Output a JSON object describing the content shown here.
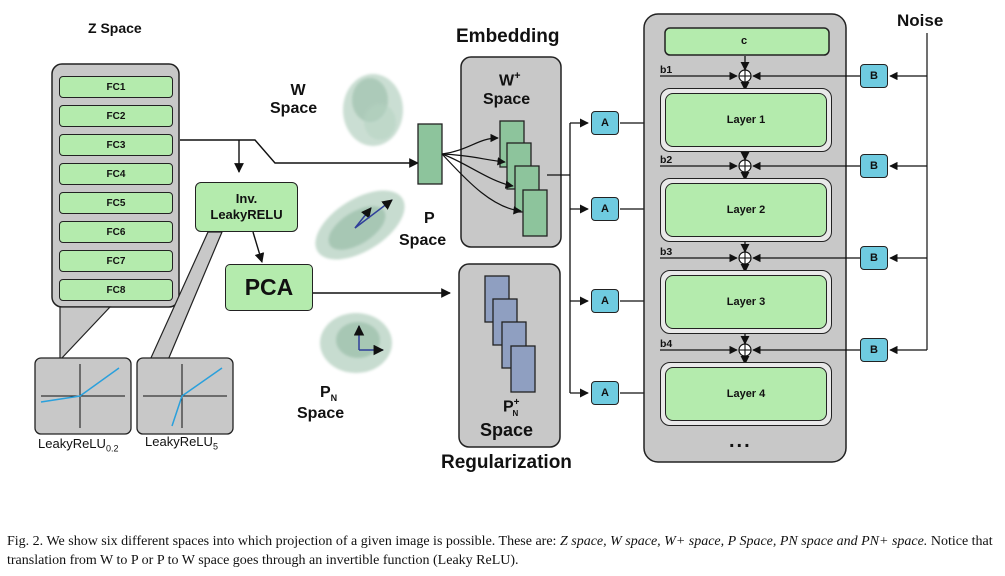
{
  "z_space": {
    "title": "Z Space",
    "fc_layers": [
      "FC1",
      "FC2",
      "FC3",
      "FC4",
      "FC5",
      "FC6",
      "FC7",
      "FC8"
    ]
  },
  "inv_leaky": {
    "line1": "Inv.",
    "line2": "LeakyRELU"
  },
  "pca": "PCA",
  "w_space": {
    "line1": "W",
    "line2": "Space"
  },
  "p_space": {
    "line1": "P",
    "line2": "Space"
  },
  "pn_space": {
    "base": "P",
    "sub": "N",
    "line2": "Space"
  },
  "embedding": {
    "title": "Embedding",
    "wplus_base": "W",
    "wplus_sup": "+",
    "wplus_line2": "Space"
  },
  "regularization": {
    "title": "Regularization",
    "pnplus_base": "P",
    "pnplus_sup": "+",
    "pnplus_sub": "N",
    "pnplus_line2": "Space"
  },
  "leaky_plots": [
    {
      "base": "LeakyReLU",
      "sub": "0.2"
    },
    {
      "base": "LeakyReLU",
      "sub": "5"
    }
  ],
  "noise": "Noise",
  "generator": {
    "const_label": "c",
    "layers": [
      "Layer 1",
      "Layer 2",
      "Layer 3",
      "Layer 4"
    ],
    "biases": [
      "b1",
      "b2",
      "b3",
      "b4"
    ],
    "a_label": "A",
    "b_label": "B",
    "ellipsis": "..."
  },
  "caption": {
    "prefix": "Fig. 2.",
    "text": "We show six different spaces into which projection of a given image is possible. These are:",
    "spaces": "Z space, W space, W+ space, P Space, PN space and PN+ space.",
    "note": "Notice that translation from W to P or P to W space goes through an invertible function (Leaky ReLU)."
  },
  "colors": {
    "green_box": "#b4ebad",
    "blue_box": "#6fcbe0",
    "gray_panel": "#c8c8c8",
    "embed_card": "#8dc49c",
    "reg_card": "#8f9fc1",
    "cloud": "#7fae93"
  }
}
